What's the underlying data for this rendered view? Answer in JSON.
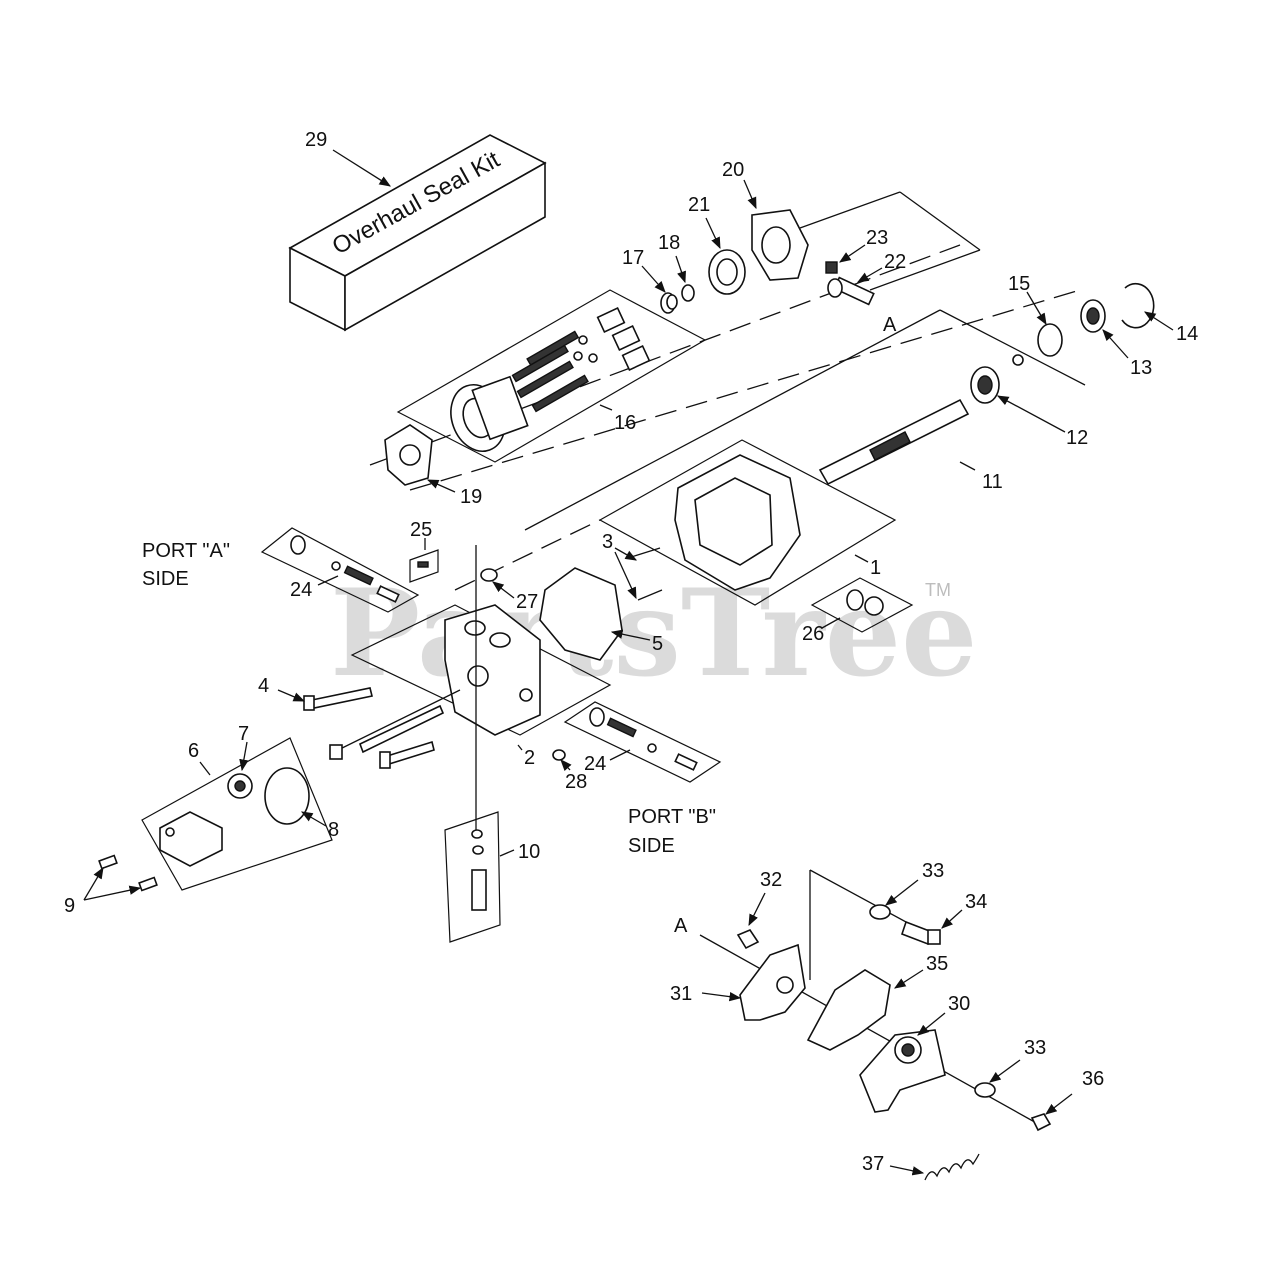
{
  "diagram": {
    "kit_label": "Overhaul Seal Kit",
    "watermark": "PartsTree",
    "trademark": "TM",
    "side_labels": {
      "port_a_line1": "PORT \"A\"",
      "port_a_line2": "SIDE",
      "port_b_line1": "PORT \"B\"",
      "port_b_line2": "SIDE"
    },
    "ref_letters": {
      "a_top": "A",
      "a_bottom": "A"
    },
    "callouts": {
      "p1": "1",
      "p2": "2",
      "p3": "3",
      "p4": "4",
      "p5": "5",
      "p6": "6",
      "p7": "7",
      "p8": "8",
      "p9": "9",
      "p10": "10",
      "p11": "11",
      "p12": "12",
      "p13": "13",
      "p14": "14",
      "p15": "15",
      "p16": "16",
      "p17": "17",
      "p18": "18",
      "p19": "19",
      "p20": "20",
      "p21": "21",
      "p22": "22",
      "p23": "23",
      "p24a": "24",
      "p24b": "24",
      "p25": "25",
      "p26": "26",
      "p27": "27",
      "p28": "28",
      "p29": "29",
      "p30": "30",
      "p31": "31",
      "p32": "32",
      "p33a": "33",
      "p33b": "33",
      "p34": "34",
      "p35": "35",
      "p36": "36",
      "p37": "37"
    }
  }
}
